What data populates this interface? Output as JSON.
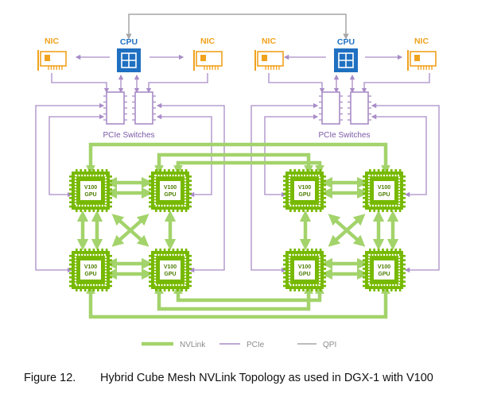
{
  "labels": {
    "cpu": "CPU",
    "nic": "NIC",
    "pcie_switches": "PCIe Switches",
    "gpu_line1": "V100",
    "gpu_line2": "GPU"
  },
  "legend": [
    {
      "name": "NVLink",
      "color": "#a3d36b"
    },
    {
      "name": "PCIe",
      "color": "#a98cc7"
    },
    {
      "name": "QPI",
      "color": "#a6a6a6"
    }
  ],
  "caption": {
    "number": "Figure 12.",
    "text": "Hybrid Cube Mesh NVLink Topology as used in DGX-1 with V100"
  },
  "colors": {
    "nvlink": "#a3d36b",
    "pcie": "#a98cc7",
    "qpi": "#a6a6a6",
    "cpu_blue": "#1f70c1",
    "nic_orange": "#f0a21e",
    "gpu_green": "#76b900"
  }
}
